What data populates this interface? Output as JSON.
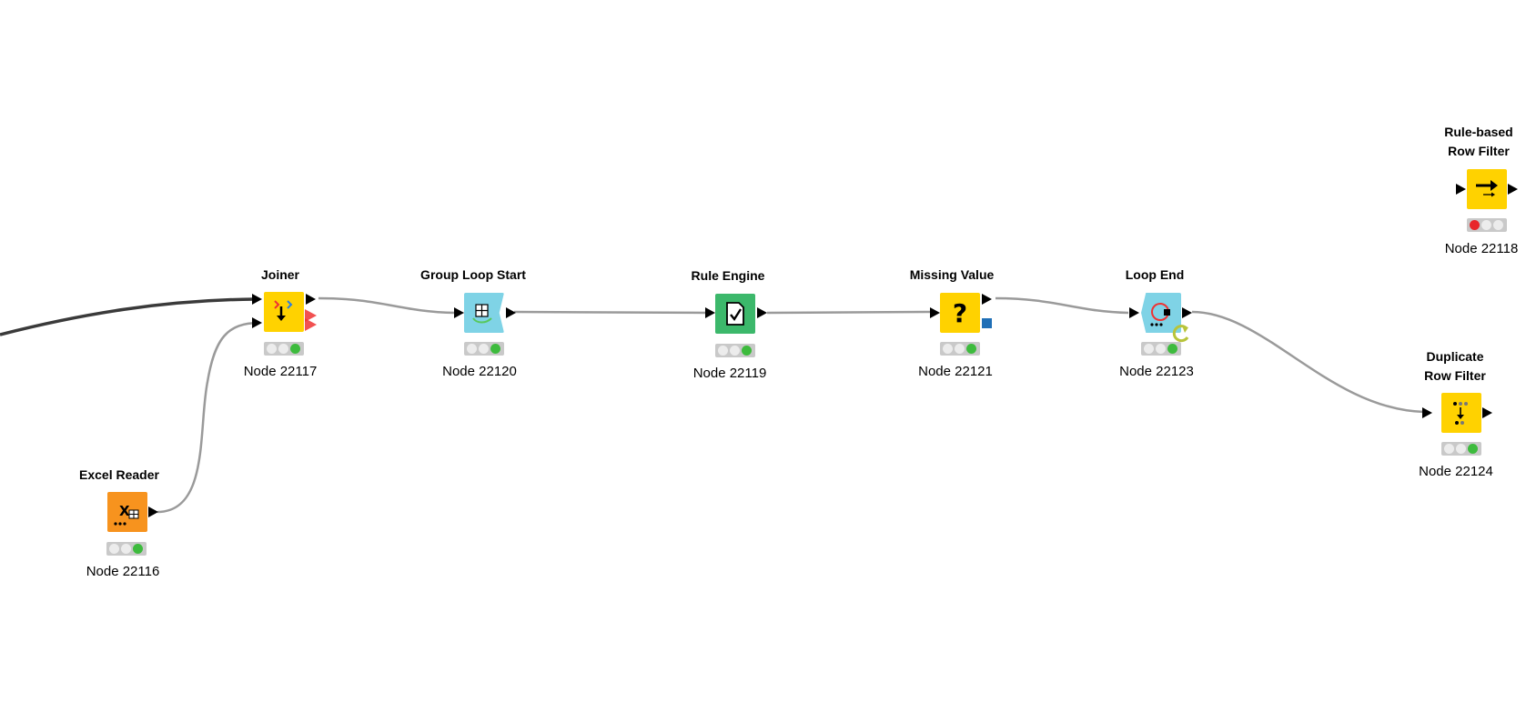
{
  "workflow": {
    "nodes": [
      {
        "id": "n22116",
        "title": "Excel Reader",
        "label": "Node 22116",
        "icon": "excel-reader-icon",
        "color": "#f7931e",
        "status": "green"
      },
      {
        "id": "n22117",
        "title": "Joiner",
        "label": "Node 22117",
        "icon": "joiner-icon",
        "color": "#ffd200",
        "status": "green"
      },
      {
        "id": "n22120",
        "title": "Group Loop Start",
        "label": "Node 22120",
        "icon": "group-loop-start-icon",
        "color": "#7fd3e6",
        "status": "green"
      },
      {
        "id": "n22119",
        "title": "Rule Engine",
        "label": "Node 22119",
        "icon": "rule-engine-icon",
        "color": "#3cb86b",
        "status": "green"
      },
      {
        "id": "n22121",
        "title": "Missing Value",
        "label": "Node 22121",
        "icon": "missing-value-icon",
        "color": "#ffd200",
        "status": "green"
      },
      {
        "id": "n22123",
        "title": "Loop End",
        "label": "Node 22123",
        "icon": "loop-end-icon",
        "color": "#7fd3e6",
        "status": "green"
      },
      {
        "id": "n22118",
        "title_line1": "Rule-based",
        "title_line2": "Row Filter",
        "label": "Node 22118",
        "icon": "rule-based-row-filter-icon",
        "color": "#ffd200",
        "status": "red"
      },
      {
        "id": "n22124",
        "title_line1": "Duplicate",
        "title_line2": "Row Filter",
        "label": "Node 22124",
        "icon": "duplicate-row-filter-icon",
        "color": "#ffd200",
        "status": "green"
      }
    ],
    "glyphs": {
      "missing_value": "?"
    }
  }
}
